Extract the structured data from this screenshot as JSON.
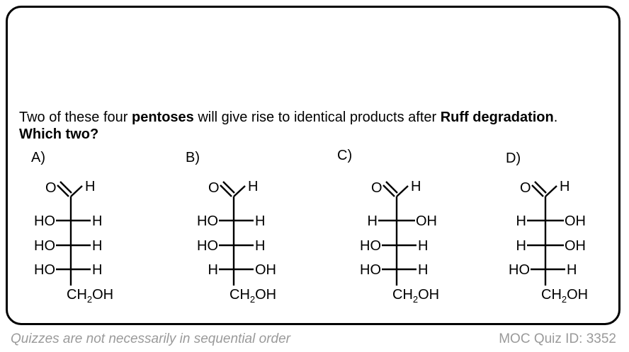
{
  "question": {
    "part1": "Two of these four ",
    "bold1": "pentoses",
    "part2": " will give rise to identical products after ",
    "bold2": "Ruff degradation",
    "part3": ".",
    "line2": "Which two?"
  },
  "structures": [
    {
      "label": "A)",
      "aldehyde_o": "O",
      "aldehyde_h": "H",
      "rows": [
        {
          "left": "HO",
          "right": "H"
        },
        {
          "left": "HO",
          "right": "H"
        },
        {
          "left": "HO",
          "right": "H"
        }
      ],
      "bottom": "CH",
      "bottom_sub": "2",
      "bottom_tail": "OH"
    },
    {
      "label": "B)",
      "aldehyde_o": "O",
      "aldehyde_h": "H",
      "rows": [
        {
          "left": "HO",
          "right": "H"
        },
        {
          "left": "HO",
          "right": "H"
        },
        {
          "left": "H",
          "right": "OH"
        }
      ],
      "bottom": "CH",
      "bottom_sub": "2",
      "bottom_tail": "OH"
    },
    {
      "label": "C)",
      "aldehyde_o": "O",
      "aldehyde_h": "H",
      "rows": [
        {
          "left": "H",
          "right": "OH"
        },
        {
          "left": "HO",
          "right": "H"
        },
        {
          "left": "HO",
          "right": "H"
        }
      ],
      "bottom": "CH",
      "bottom_sub": "2",
      "bottom_tail": "OH"
    },
    {
      "label": "D)",
      "aldehyde_o": "O",
      "aldehyde_h": "H",
      "rows": [
        {
          "left": "H",
          "right": "OH"
        },
        {
          "left": "H",
          "right": "OH"
        },
        {
          "left": "HO",
          "right": "H"
        }
      ],
      "bottom": "CH",
      "bottom_sub": "2",
      "bottom_tail": "OH"
    }
  ],
  "footer": {
    "left": "Quizzes are not necessarily in sequential order",
    "right": "MOC Quiz ID: 3352"
  }
}
